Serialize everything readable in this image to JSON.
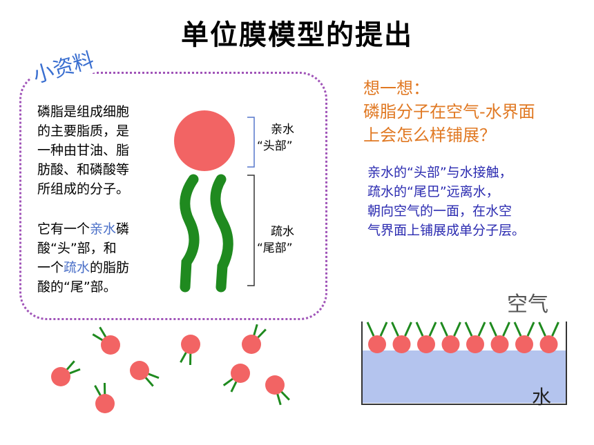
{
  "title": "单位膜模型的提出",
  "info": {
    "badge": "小资料",
    "para1": [
      "磷脂是组成细胞",
      "的主要脂质，是",
      "一种由甘油、脂",
      "肪酸、和磷酸等",
      "所组成的分子。"
    ],
    "para2_l1_a": "它有一个",
    "para2_l1_hl": "亲水",
    "para2_l1_b": "磷",
    "para2_l2": "酸“头”部，和",
    "para2_l3_a": "一个",
    "para2_l3_hl": "疏水",
    "para2_l3_b": "的脂肪",
    "para2_l4": "酸的“尾”部。"
  },
  "molecule": {
    "head_label_1": "亲水",
    "head_label_2": "“头部”",
    "tail_label_1": "疏水",
    "tail_label_2": "“尾部”",
    "head_color": "#f26464",
    "tail_color": "#1f8a1f"
  },
  "think": {
    "title": "想一想：",
    "q1": "磷脂分子在空气-水界面",
    "q2": "上会怎么样铺展？"
  },
  "answer": {
    "l1": "亲水的“头部”与水接触，",
    "l2": "疏水的“尾巴”远离水，",
    "l3": "朝向空气的一面，在水空",
    "l4": "气界面上铺展成单分子层。"
  },
  "trough": {
    "air_label": "空气",
    "water_label": "水",
    "water_color": "#b4c4ee"
  }
}
